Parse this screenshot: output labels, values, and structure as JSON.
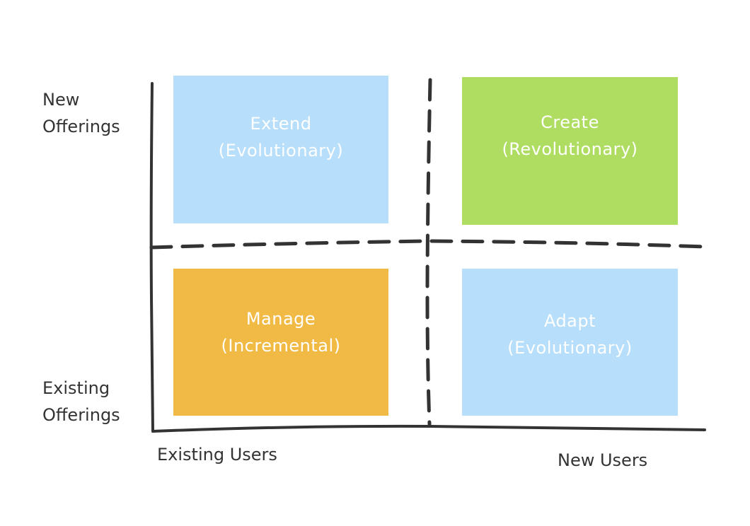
{
  "quadrants": {
    "extend": {
      "title": "Extend",
      "subtitle": "(Evolutionary)",
      "color": "#b7defa"
    },
    "create": {
      "title": "Create",
      "subtitle": "(Revolutionary)",
      "color": "#aedd62"
    },
    "manage": {
      "title": "Manage",
      "subtitle": "(Incremental)",
      "color": "#f1ba44"
    },
    "adapt": {
      "title": "Adapt",
      "subtitle": "(Evolutionary)",
      "color": "#b7defa"
    }
  },
  "y_axis": {
    "top_label": [
      "New",
      "Offerings"
    ],
    "bottom_label": [
      "Existing",
      "Offerings"
    ]
  },
  "x_axis": {
    "left_label": "Existing Users",
    "right_label": "New Users"
  },
  "line_color": "#333333"
}
